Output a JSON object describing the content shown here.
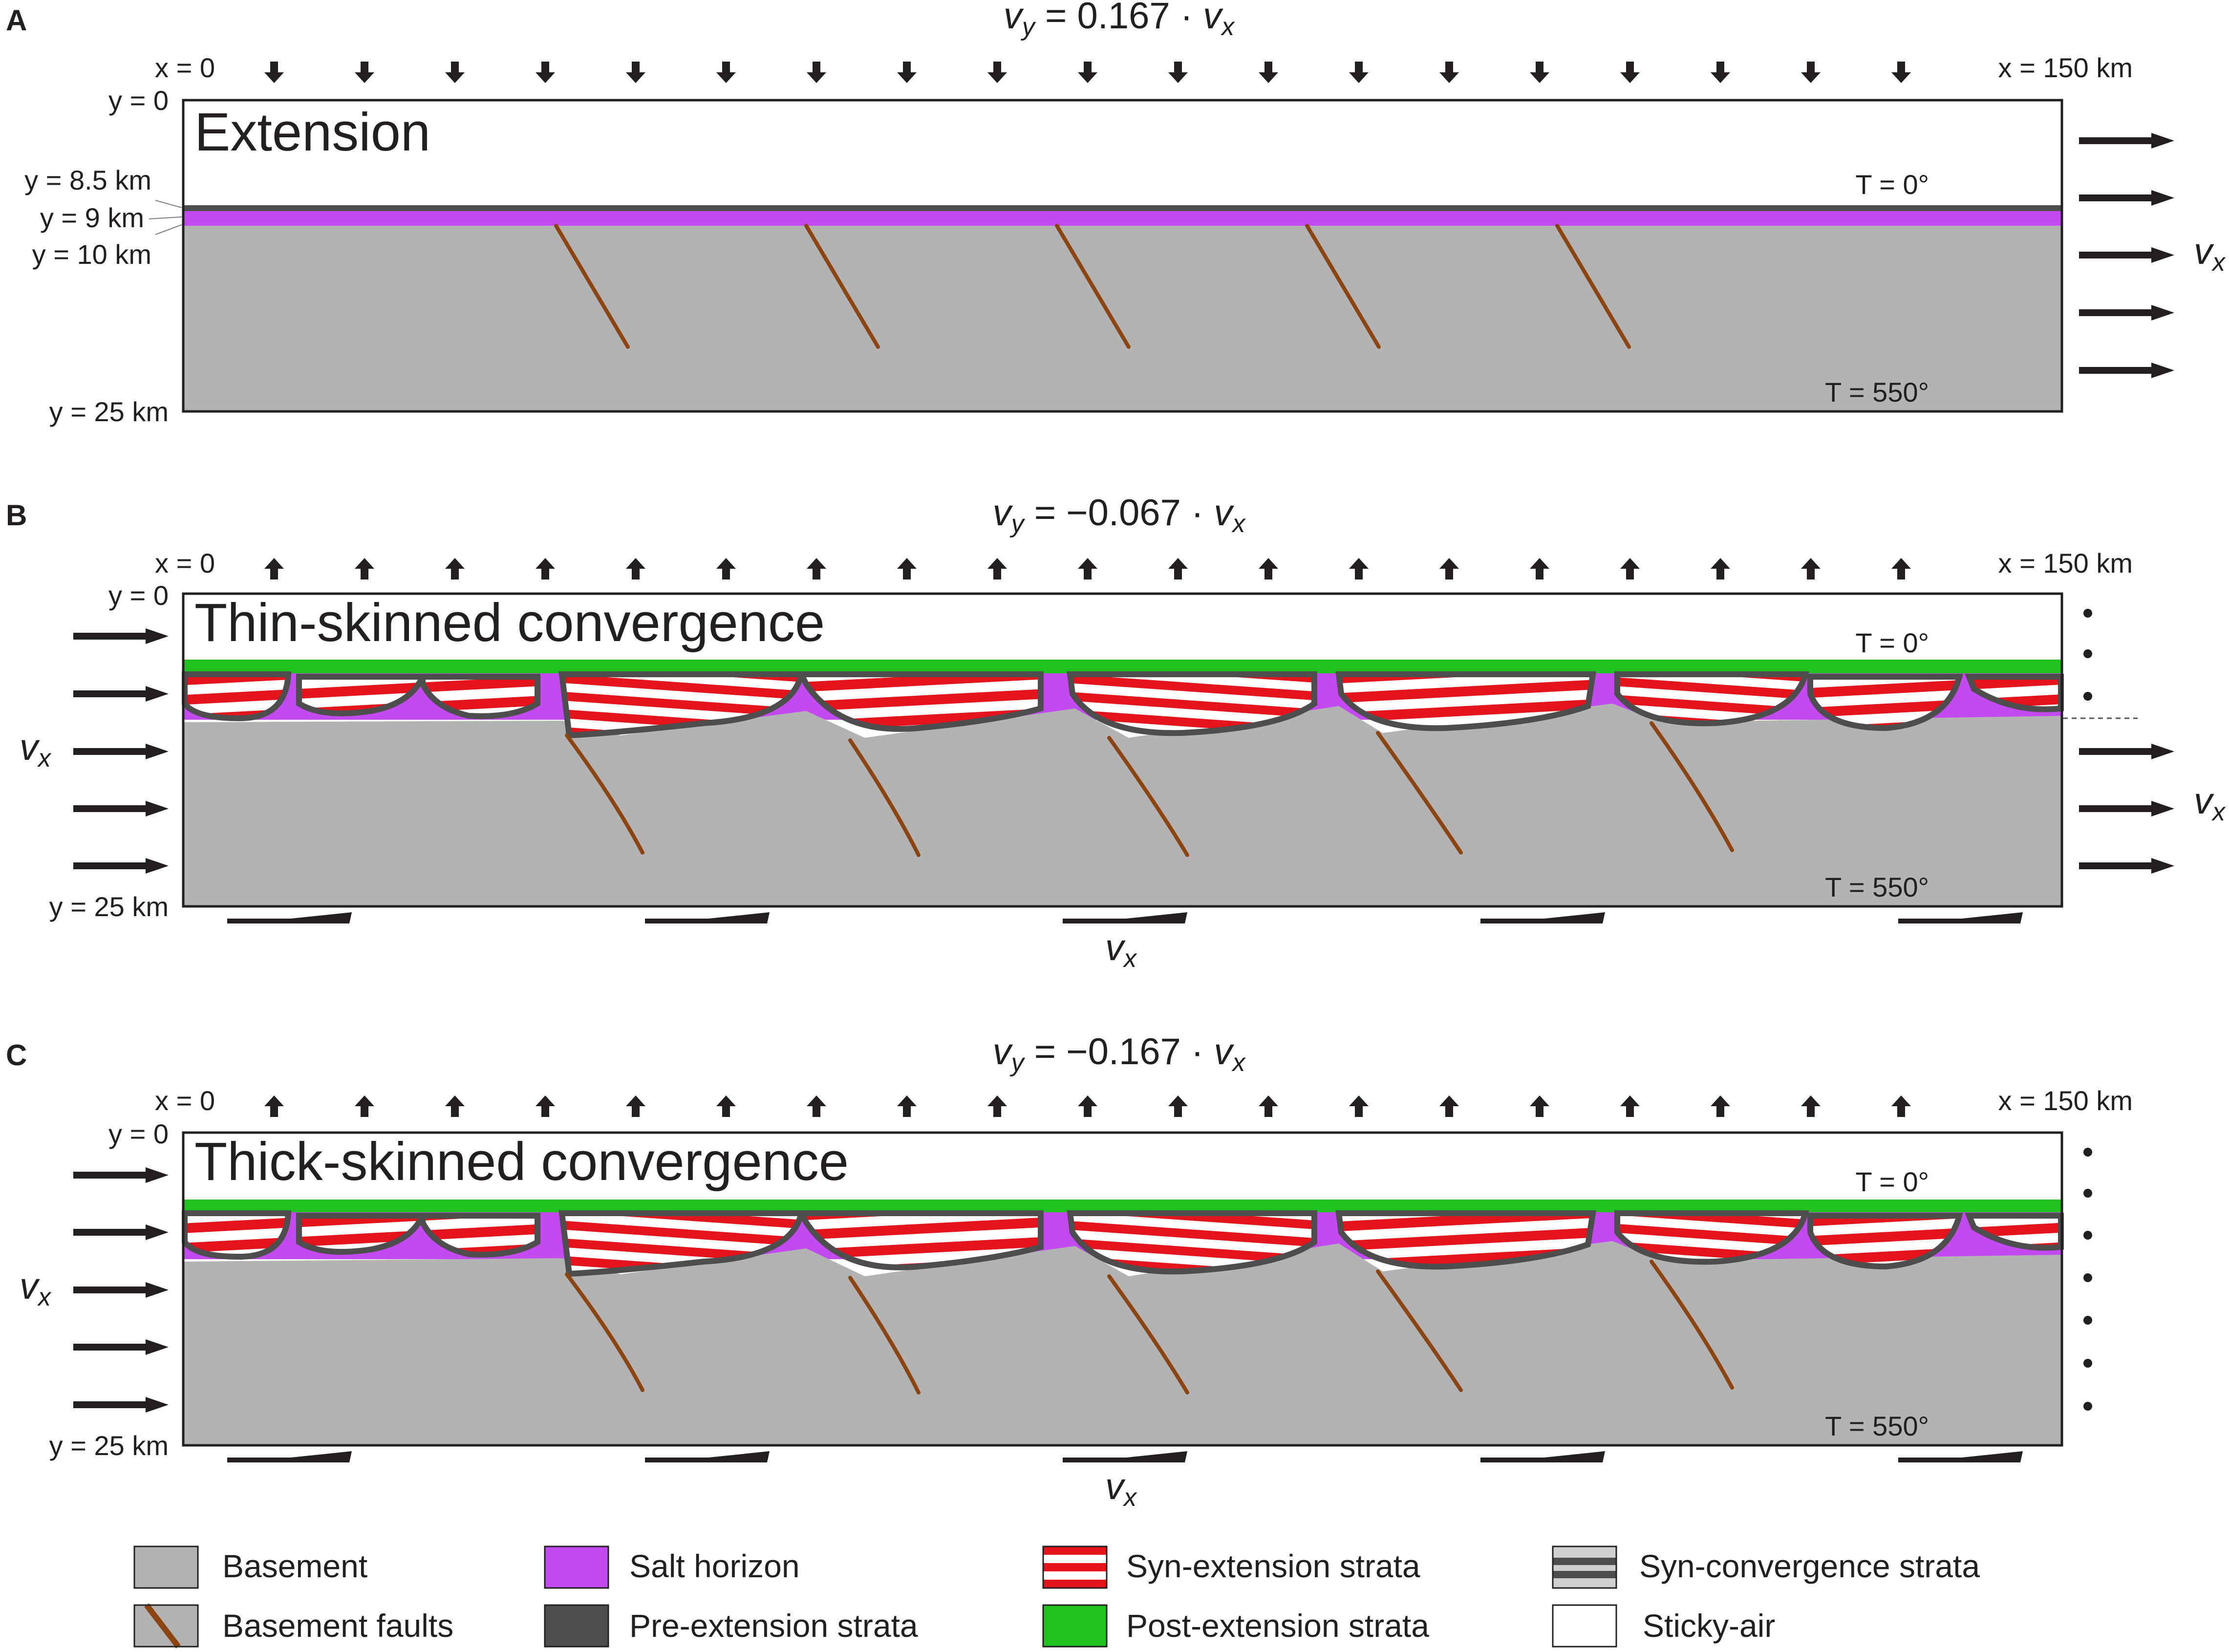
{
  "panels": [
    {
      "letter": "A",
      "velocity_lhs": "v",
      "velocity_lhs_sub": "y",
      "velocity_rhs": " = 0.167 · ",
      "velocity_var": "v",
      "velocity_var_sub": "x",
      "title": "Extension",
      "x_start": "x = 0",
      "x_end": "x = 150 km",
      "y_top": "y = 0",
      "y_bottom": "y = 25 km",
      "extra_depths": [
        "y = 8.5 km",
        "y = 9 km",
        "y = 10 km"
      ],
      "t_top": "T = 0°",
      "t_bottom": "T = 550°",
      "side_vx_label": "v",
      "side_vx_sub": "x"
    },
    {
      "letter": "B",
      "velocity_lhs": "v",
      "velocity_lhs_sub": "y",
      "velocity_rhs": " = −0.067 · ",
      "velocity_var": "v",
      "velocity_var_sub": "x",
      "title": "Thin-skinned convergence",
      "x_start": "x = 0",
      "x_end": "x = 150 km",
      "y_top": "y = 0",
      "y_bottom": "y = 25 km",
      "t_top": "T = 0°",
      "t_bottom": "T = 550°",
      "left_vx_label": "v",
      "left_vx_sub": "x",
      "right_vx_label": "v",
      "right_vx_sub": "x",
      "bottom_vx_label": "v",
      "bottom_vx_sub": "x"
    },
    {
      "letter": "C",
      "velocity_lhs": "v",
      "velocity_lhs_sub": "y",
      "velocity_rhs": " = −0.167 · ",
      "velocity_var": "v",
      "velocity_var_sub": "x",
      "title": "Thick-skinned convergence",
      "x_start": "x = 0",
      "x_end": "x = 150 km",
      "y_top": "y = 0",
      "y_bottom": "y = 25 km",
      "t_top": "T = 0°",
      "t_bottom": "T = 550°",
      "left_vx_label": "v",
      "left_vx_sub": "x",
      "bottom_vx_label": "v",
      "bottom_vx_sub": "x"
    }
  ],
  "legend": [
    {
      "label": "Basement",
      "swatch": "basement"
    },
    {
      "label": "Salt horizon",
      "swatch": "salt"
    },
    {
      "label": "Syn-extension strata",
      "swatch": "syn-extension"
    },
    {
      "label": "Syn-convergence strata",
      "swatch": "syn-convergence"
    },
    {
      "label": "Basement faults",
      "swatch": "fault"
    },
    {
      "label": "Pre-extension strata",
      "swatch": "pre-extension"
    },
    {
      "label": "Post-extension strata",
      "swatch": "post-extension"
    },
    {
      "label": "Sticky-air",
      "swatch": "sticky-air"
    }
  ],
  "colors": {
    "basement": "#b3b3b3",
    "salt": "#c34af1",
    "syn_extension_red": "#e3141c",
    "syn_convergence": "#4d4d4d",
    "fault": "#8b4513",
    "pre_extension": "#4d4d4d",
    "post_extension": "#1fc21f",
    "sticky_air": "#ffffff",
    "arrow": "#231f20"
  }
}
